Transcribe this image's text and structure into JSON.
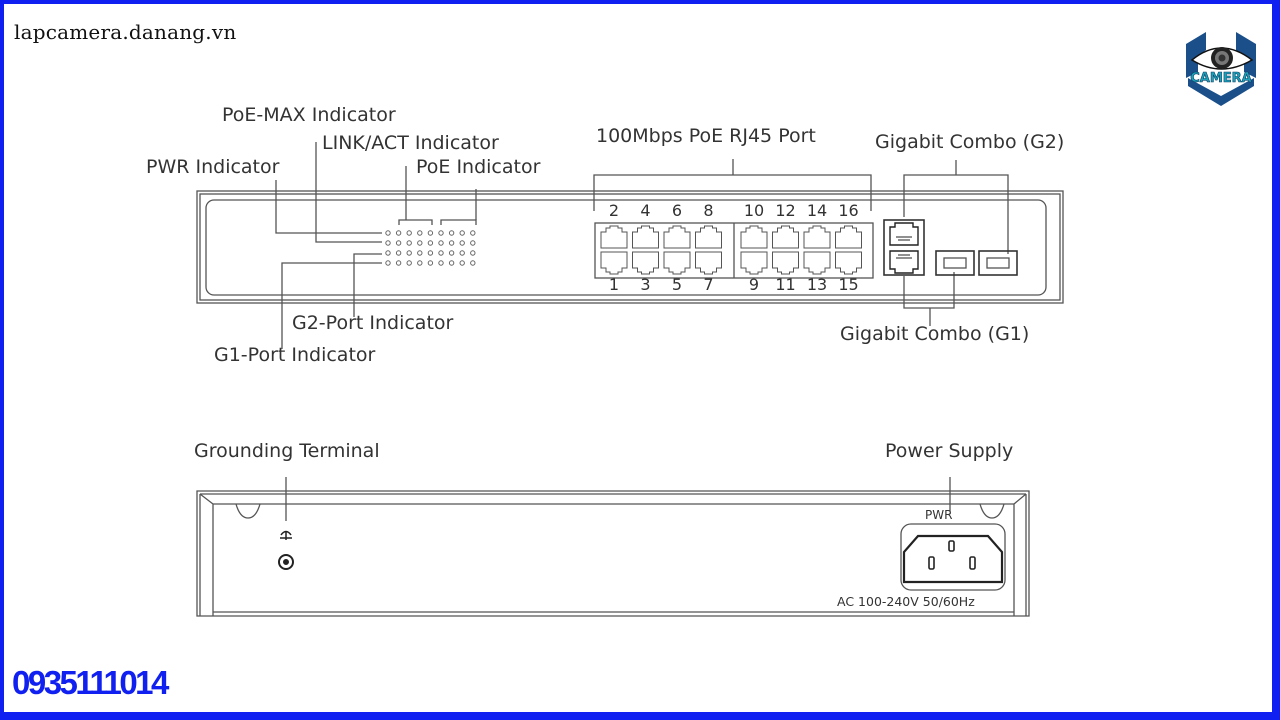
{
  "watermark": {
    "site": "lapcamera.danang.vn",
    "phone": "0935111014",
    "logo_text": "CAMERA",
    "frame_color": "#1020f0"
  },
  "front_panel": {
    "labels": {
      "poe_max": "PoE-MAX Indicator",
      "link_act": "LINK/ACT Indicator",
      "pwr": "PWR Indicator",
      "poe": "PoE Indicator",
      "g2_port": "G2-Port Indicator",
      "g1_port": "G1-Port Indicator",
      "rj45": "100Mbps PoE RJ45 Port",
      "combo_g2": "Gigabit Combo (G2)",
      "combo_g1": "Gigabit Combo (G1)"
    },
    "led_grid": {
      "rows": 4,
      "cols": 9
    },
    "top_port_numbers": [
      "2",
      "4",
      "6",
      "8",
      "10",
      "12",
      "14",
      "16"
    ],
    "bottom_port_numbers": [
      "1",
      "3",
      "5",
      "7",
      "9",
      "11",
      "13",
      "15"
    ]
  },
  "rear_panel": {
    "labels": {
      "grounding": "Grounding Terminal",
      "power_supply": "Power Supply",
      "pwr": "PWR",
      "rating": "AC 100-240V 50/60Hz"
    }
  }
}
